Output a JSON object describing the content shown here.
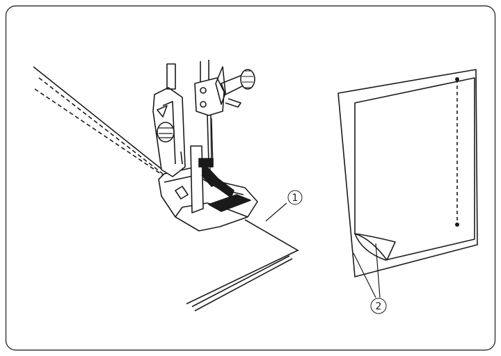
{
  "figure": {
    "callouts": [
      {
        "id": "1",
        "label": "①"
      },
      {
        "id": "2",
        "label": "②"
      }
    ],
    "colors": {
      "line": "#1a1a1a",
      "frame": "#333333",
      "fill": "#ffffff"
    },
    "icons": [
      "presser-foot-icon",
      "needle-clamp-icon",
      "folded-fabric-icon",
      "stitch-line-icon"
    ]
  }
}
